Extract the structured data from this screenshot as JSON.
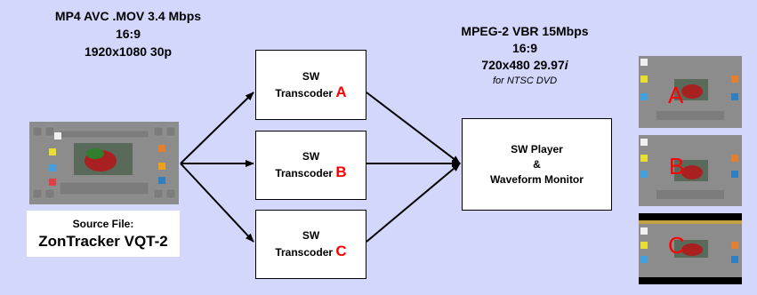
{
  "source_format": {
    "line1": "MP4 AVC .MOV 3.4 Mbps",
    "line2": "16:9",
    "line3": "1920x1080 30p"
  },
  "target_format": {
    "line1": "MPEG-2 VBR 15Mbps",
    "line2": "16:9",
    "line3_main": "720x480 29.97",
    "line3_suffix": "i",
    "note": "for NTSC DVD"
  },
  "source_file": {
    "caption": "Source File:",
    "name": "ZonTracker VQT-2"
  },
  "transcoders": [
    {
      "line1": "SW",
      "line2": "Transcoder ",
      "letter": "A"
    },
    {
      "line1": "SW",
      "line2": "Transcoder ",
      "letter": "B"
    },
    {
      "line1": "SW",
      "line2": "Transcoder ",
      "letter": "C"
    }
  ],
  "player": {
    "line1": "SW Player",
    "line2": "&",
    "line3": "Waveform Monitor"
  },
  "outputs": [
    "A",
    "B",
    "C"
  ],
  "colors": {
    "background": "#d2d7fb",
    "accent_letter": "#ff0000",
    "box_fill": "#ffffff",
    "arrow": "#000000",
    "test_pattern_gray": "#8c8c8c"
  }
}
